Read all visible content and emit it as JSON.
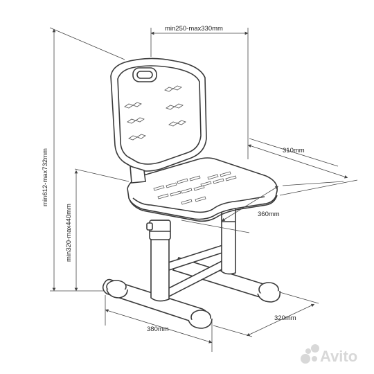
{
  "dimensions": {
    "backrest_width": "min250-max330mm",
    "total_height": "min612-max732mm",
    "seat_height": "min320-max440mm",
    "seat_depth": "310mm",
    "seat_width": "360mm",
    "base_width": "380mm",
    "base_depth": "320mm"
  },
  "watermark": {
    "text": "Avito",
    "icon": "avito-dots-icon"
  },
  "colors": {
    "line": "#3a3a3a",
    "watermark": "#d8d8d8"
  }
}
